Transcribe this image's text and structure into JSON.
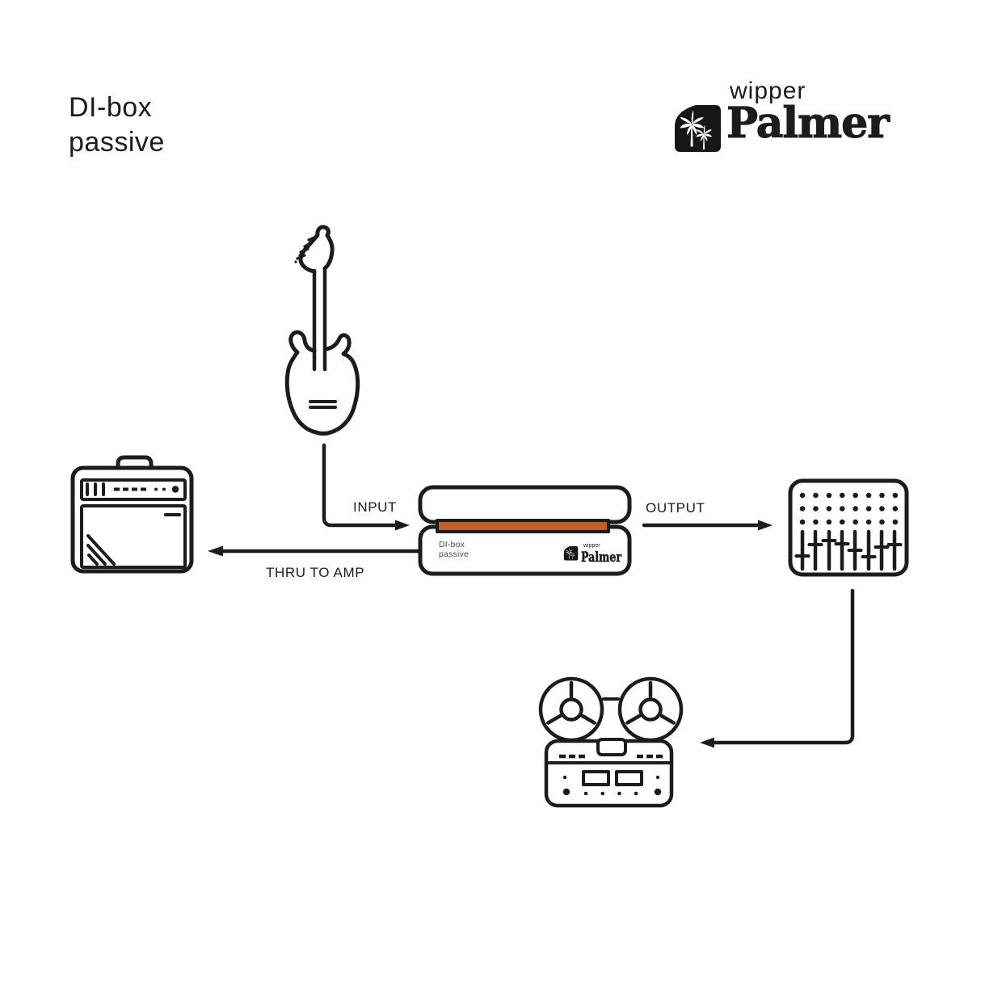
{
  "page": {
    "background": "#ffffff",
    "ink": "#1c1c1c"
  },
  "header": {
    "product_title_line1": "DI-box",
    "product_title_line2": "passive",
    "brand": {
      "tagline": "wipper",
      "name": "Palmer",
      "icon": "palm-trees-icon",
      "badge_color": "#161616"
    }
  },
  "diagram": {
    "nodes": [
      "guitar",
      "amplifier",
      "di-box",
      "mixer",
      "tape-recorder"
    ],
    "connections": [
      {
        "from": "guitar",
        "to": "di-box",
        "label": "INPUT"
      },
      {
        "from": "di-box",
        "to": "mixer",
        "label": "OUTPUT"
      },
      {
        "from": "di-box",
        "to": "amplifier",
        "label": "THRU TO AMP"
      },
      {
        "from": "mixer",
        "to": "tape-recorder",
        "label": ""
      }
    ],
    "labels": {
      "input": "INPUT",
      "output": "OUTPUT",
      "thru": "THRU TO AMP"
    },
    "di_box": {
      "stripe_color": "#c05e2a",
      "label_line1": "DI-box",
      "label_line2": "passive",
      "brand_tagline": "wipper",
      "brand_name": "Palmer"
    }
  }
}
